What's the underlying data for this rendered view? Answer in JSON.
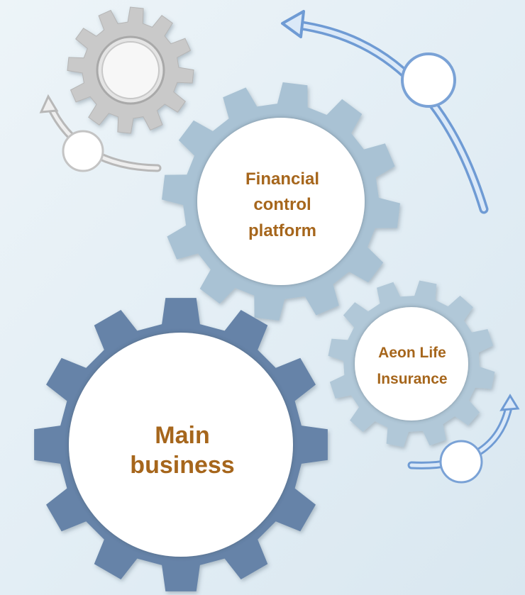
{
  "gears": {
    "financial": {
      "line1": "Financial",
      "line2": "control",
      "line3": "platform"
    },
    "aeon": {
      "line1": "Aeon Life",
      "line2": "Insurance"
    },
    "main": {
      "line1": "Main",
      "line2": "business"
    }
  },
  "colors": {
    "background": "#e6f0f6",
    "main_gear": "#6683a8",
    "financial_gear": "#a9c2d4",
    "aeon_gear": "#b1c8d8",
    "grey_gear": "#c8c8c8",
    "label_text": "#a6661c",
    "arrow_blue": "#8eb4e2",
    "arrow_grey": "#cfcfcf"
  }
}
